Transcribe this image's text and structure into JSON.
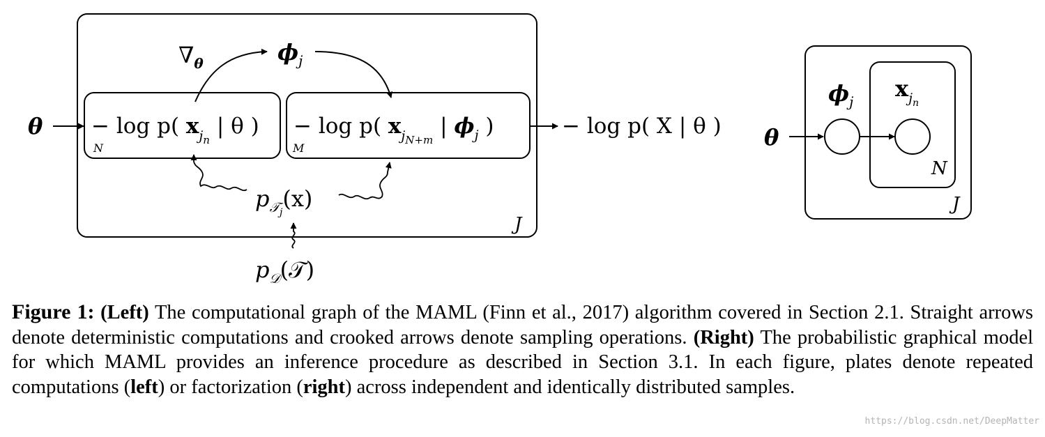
{
  "diagram": {
    "left": {
      "theta_input": "θ",
      "gradient_label": "∇",
      "gradient_sub": "θ",
      "phi_label": "ϕ",
      "phi_sub": "j",
      "loss_n": {
        "prefix": "− log p( ",
        "x": "x",
        "sub": "j",
        "subsub": "n",
        "suffix": " | θ )",
        "plate": "N"
      },
      "loss_m": {
        "prefix": "− log p( ",
        "x": "x",
        "sub": "j",
        "subsub": "N+m",
        "suffix_a": " | ",
        "phi": "ϕ",
        "phi_sub": "j",
        "suffix_b": " )",
        "plate": "M"
      },
      "output_loss": "− log p( X | θ )",
      "task_dist": {
        "p": "p",
        "sub": "𝒯",
        "subsub": "j",
        "arg": "(x)"
      },
      "outer_plate": "J",
      "meta_dist": {
        "p": "p",
        "sub": "𝒟",
        "arg": "(𝒯)"
      }
    },
    "right": {
      "theta_input": "θ",
      "phi_label": "ϕ",
      "phi_sub": "j",
      "x_label": "x",
      "x_sub": "j",
      "x_subsub": "n",
      "inner_plate": "N",
      "outer_plate": "J"
    }
  },
  "caption": {
    "figure_label": "Figure 1:",
    "left_tag": "(Left)",
    "sentence1": " The computational graph of the MAML (Finn et al., 2017) algorithm covered in Section 2.1. Straight arrows denote deterministic computations and crooked arrows denote sampling operations. ",
    "right_tag": "(Right)",
    "sentence2": " The probabilistic graphical model for which MAML provides an inference procedure as described in Section 3.1.  In each figure, plates denote repeated computations (",
    "left_word": "left",
    "sentence3": ") or factorization (",
    "right_word": "right",
    "sentence4": ") across independent and identically distributed samples."
  },
  "watermark": "https://blog.csdn.net/DeepMatter"
}
